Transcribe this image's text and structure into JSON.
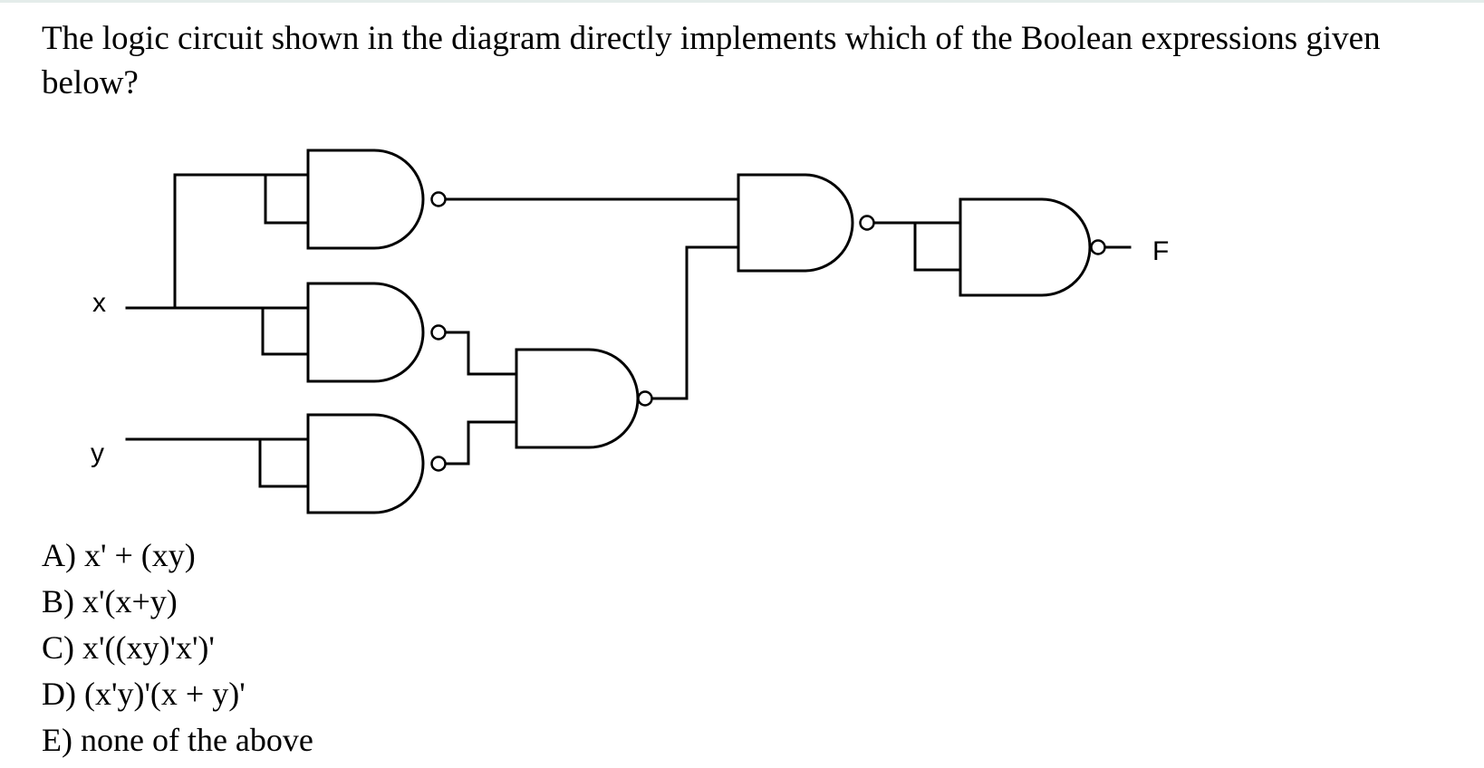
{
  "question": "The logic circuit shown in the diagram directly implements which of the Boolean expressions given below?",
  "diagram": {
    "input_x": "x",
    "input_y": "y",
    "output": "F"
  },
  "options": [
    "A) x' + (xy)",
    "B) x'(x+y)",
    "C) x'((xy)'x')'",
    "D) (x'y)'(x + y)'",
    "E) none of the above"
  ]
}
